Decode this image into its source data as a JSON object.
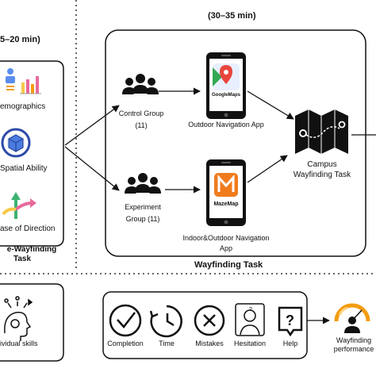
{
  "pre_task": {
    "duration": "5–20 min)",
    "items": [
      "emographics",
      "Spatial Ability",
      "ase of Direction"
    ],
    "title_line1": "e-Wayfinding",
    "title_line2": "Task"
  },
  "wayfinding_task": {
    "duration": "(30–35 min)",
    "title": "Wayfinding Task",
    "control_group": {
      "label": "Control Group",
      "count": "(11)"
    },
    "experiment_group": {
      "label_line1": "Experiment",
      "label_line2": "Group (11)"
    },
    "control_app": {
      "logo_text": "GoogleMaps",
      "label": "Outdoor Navigation App"
    },
    "experiment_app": {
      "logo_text": "MazeMap",
      "label_line1": "Indoor&Outdoor Navigation",
      "label_line2": "App"
    },
    "campus": {
      "label_line1": "Campus",
      "label_line2": "Wayfinding Task"
    }
  },
  "bottom_left": {
    "label": "ividual skills"
  },
  "metrics": {
    "items": [
      "Completion",
      "Time",
      "Mistakes",
      "Hesitation",
      "Help"
    ]
  },
  "performance": {
    "label_line1": "Wayfinding",
    "label_line2": "performance"
  },
  "colors": {
    "stroke": "#111111",
    "google_red": "#e8453c",
    "google_green": "#34a853",
    "maze_orange": "#f07b1d",
    "chart_orange": "#f39c12"
  }
}
